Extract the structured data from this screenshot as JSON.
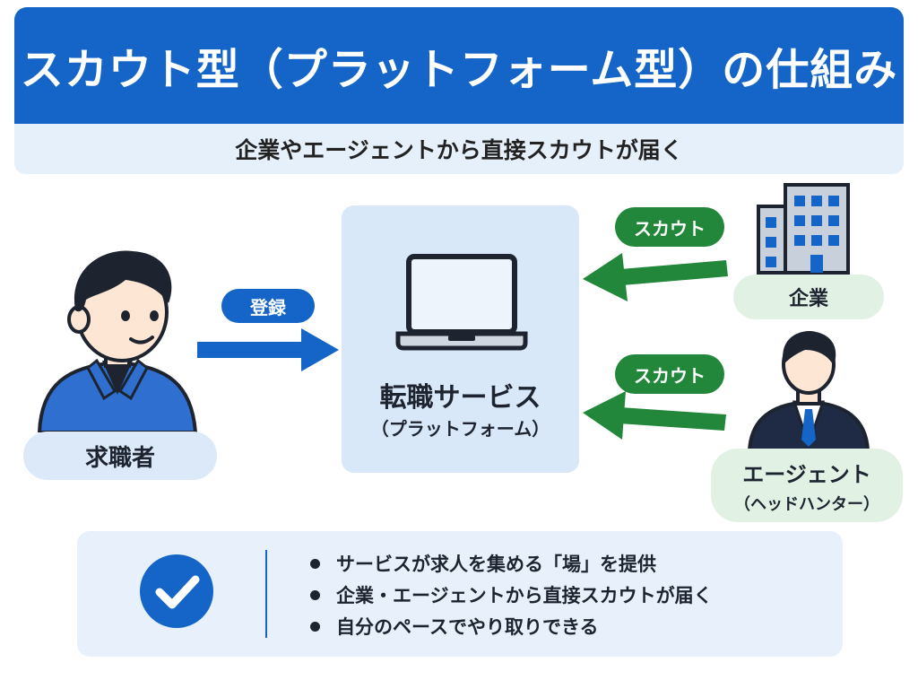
{
  "header": {
    "title": "スカウト型（プラットフォーム型）の仕組み",
    "subtitle": "企業やエージェントから直接スカウトが届く"
  },
  "job_seeker": {
    "label": "求職者"
  },
  "register_arrow": {
    "label": "登録"
  },
  "platform": {
    "title": "転職サービス",
    "subtitle": "（プラットフォーム）"
  },
  "company": {
    "label": "企業",
    "scout_label": "スカウト"
  },
  "agent": {
    "label": "エージェント",
    "sublabel": "（ヘッドハンター）",
    "scout_label": "スカウト"
  },
  "summary": {
    "points": [
      "サービスが求人を集める「場」を提供",
      "企業・エージェントから直接スカウトが届く",
      "自分のペースでやり取りできる"
    ]
  },
  "colors": {
    "primary_blue": "#1565c8",
    "scout_green": "#22873a",
    "light_blue": "#dbe9f8",
    "light_green": "#e1f2e4"
  },
  "icons": [
    "person-icon",
    "laptop-icon",
    "building-icon",
    "businessman-icon",
    "checkmark-icon",
    "arrow-right-icon",
    "arrow-left-icon"
  ]
}
